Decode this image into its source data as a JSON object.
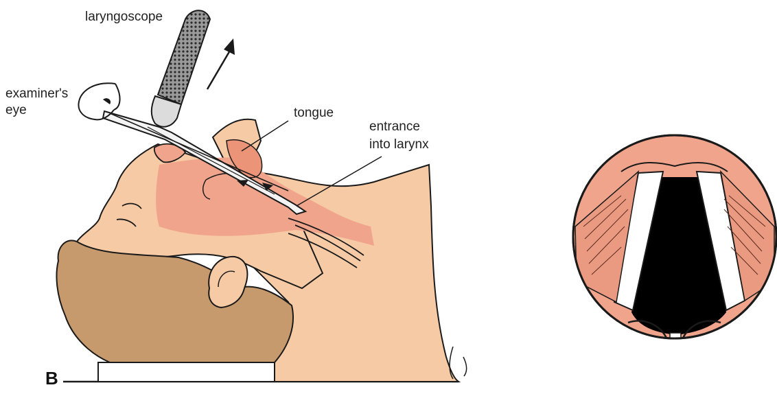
{
  "labels": {
    "laryngoscope": "laryngoscope",
    "examiners_eye_line1": "examiner's",
    "examiners_eye_line2": "eye",
    "tongue": "tongue",
    "entrance_line1": "entrance",
    "entrance_line2": "into larynx",
    "panel_letter": "B"
  },
  "colors": {
    "skin": "#f6caa4",
    "hair": "#c79a6e",
    "tissue": "#f0a48c",
    "mucosa": "#ec9478",
    "ink": "#1a1a1a",
    "glottis": "#000000",
    "cord": "#ffffff"
  }
}
